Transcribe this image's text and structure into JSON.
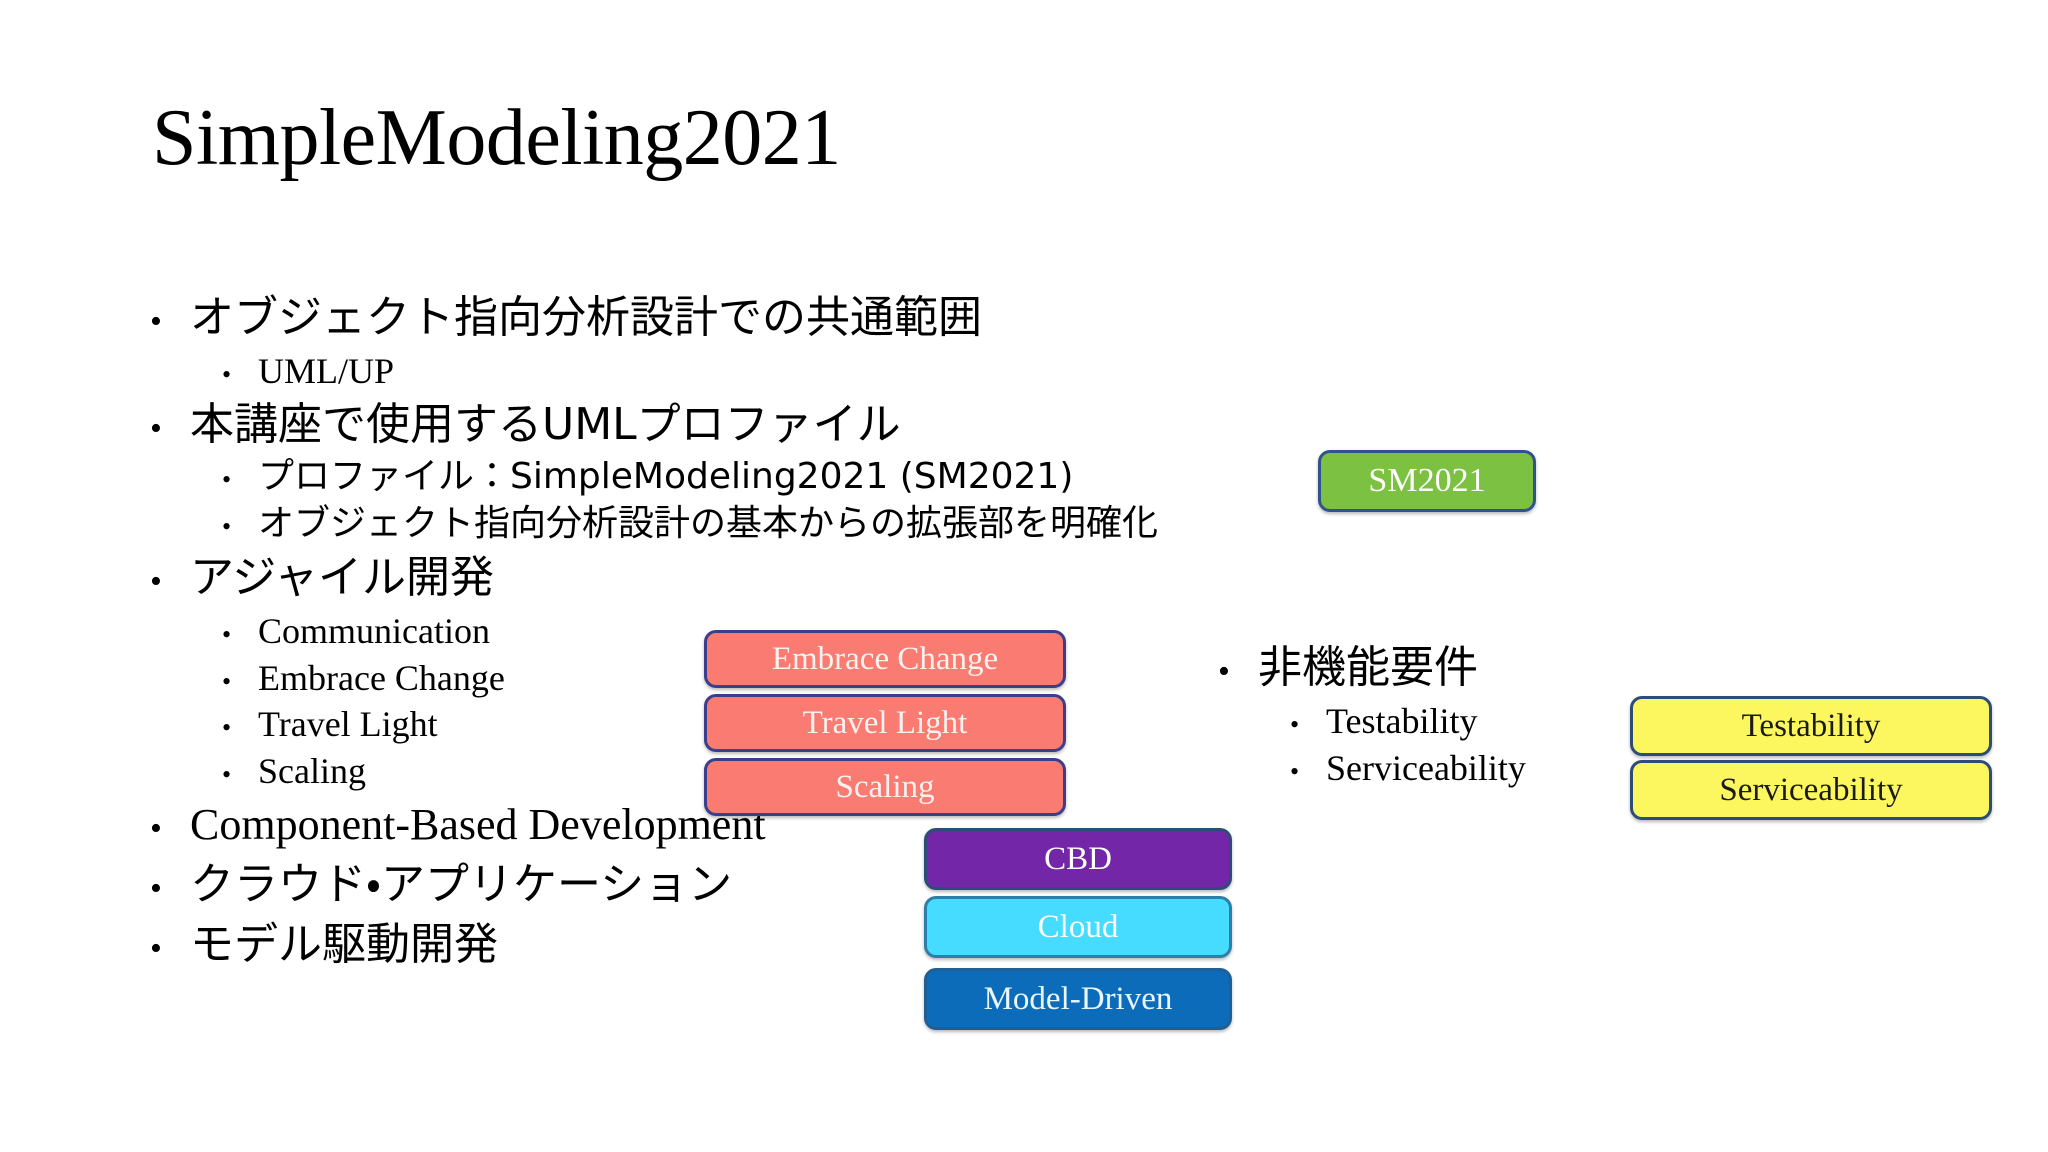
{
  "slide": {
    "title": "SimpleModeling2021",
    "background_color": "#ffffff",
    "text_color": "#000000"
  },
  "left_column": {
    "items": [
      {
        "level": 1,
        "marker": "•",
        "text": "オブジェクト指向分析設計での共通範囲",
        "script": "jp"
      },
      {
        "level": 2,
        "marker": "•",
        "text": "UML/UP",
        "script": "en"
      },
      {
        "level": 1,
        "marker": "•",
        "text": "本講座で使用するUMLプロファイル",
        "script": "jp"
      },
      {
        "level": 2,
        "marker": "•",
        "text": "プロファイル：SimpleModeling2021 (SM2021)",
        "script": "jp"
      },
      {
        "level": 2,
        "marker": "•",
        "text": "オブジェクト指向分析設計の基本からの拡張部を明確化",
        "script": "jp"
      },
      {
        "level": 1,
        "marker": "•",
        "text": "アジャイル開発",
        "script": "jp"
      },
      {
        "level": 2,
        "marker": "•",
        "text": "Communication",
        "script": "en"
      },
      {
        "level": 2,
        "marker": "•",
        "text": "Embrace Change",
        "script": "en"
      },
      {
        "level": 2,
        "marker": "•",
        "text": "Travel Light",
        "script": "en"
      },
      {
        "level": 2,
        "marker": "•",
        "text": "Scaling",
        "script": "en"
      },
      {
        "level": 1,
        "marker": "•",
        "text": "Component-Based Development",
        "script": "en"
      },
      {
        "level": 1,
        "marker": "•",
        "text": "クラウド・アプリケーション",
        "script": "jp"
      },
      {
        "level": 1,
        "marker": "•",
        "text": "モデル駆動開発",
        "script": "jp"
      }
    ]
  },
  "right_column": {
    "items": [
      {
        "level": 1,
        "marker": "•",
        "text": "非機能要件",
        "script": "jp"
      },
      {
        "level": 2,
        "marker": "•",
        "text": "Testability",
        "script": "en"
      },
      {
        "level": 2,
        "marker": "•",
        "text": "Serviceability",
        "script": "en"
      }
    ]
  },
  "badges": {
    "sm2021": {
      "label": "SM2021",
      "fill": "#7cc142",
      "border": "#31538a",
      "text_color": "#ffffff"
    },
    "embrace_change": {
      "label": "Embrace Change",
      "fill": "#f97b72",
      "border": "#3b3e8c",
      "text_color": "#fdf2f0"
    },
    "travel_light": {
      "label": "Travel Light",
      "fill": "#f97b72",
      "border": "#3b3e8c",
      "text_color": "#fdf2f0"
    },
    "scaling": {
      "label": "Scaling",
      "fill": "#f97b72",
      "border": "#3b3e8c",
      "text_color": "#fdf2f0"
    },
    "cbd": {
      "label": "CBD",
      "fill": "#7326a8",
      "border": "#2d4d79",
      "text_color": "#ffffff"
    },
    "cloud": {
      "label": "Cloud",
      "fill": "#45dcff",
      "border": "#2d7fa8",
      "text_color": "#ffffff"
    },
    "model_driven": {
      "label": "Model-Driven",
      "fill": "#0d6cba",
      "border": "#1f5f93",
      "text_color": "#eaf6ff"
    },
    "testability": {
      "label": "Testability",
      "fill": "#fcf75e",
      "border": "#2d4d79",
      "text_color": "#1a1a1a"
    },
    "serviceability": {
      "label": "Serviceability",
      "fill": "#fcf75e",
      "border": "#2d4d79",
      "text_color": "#1a1a1a"
    }
  }
}
